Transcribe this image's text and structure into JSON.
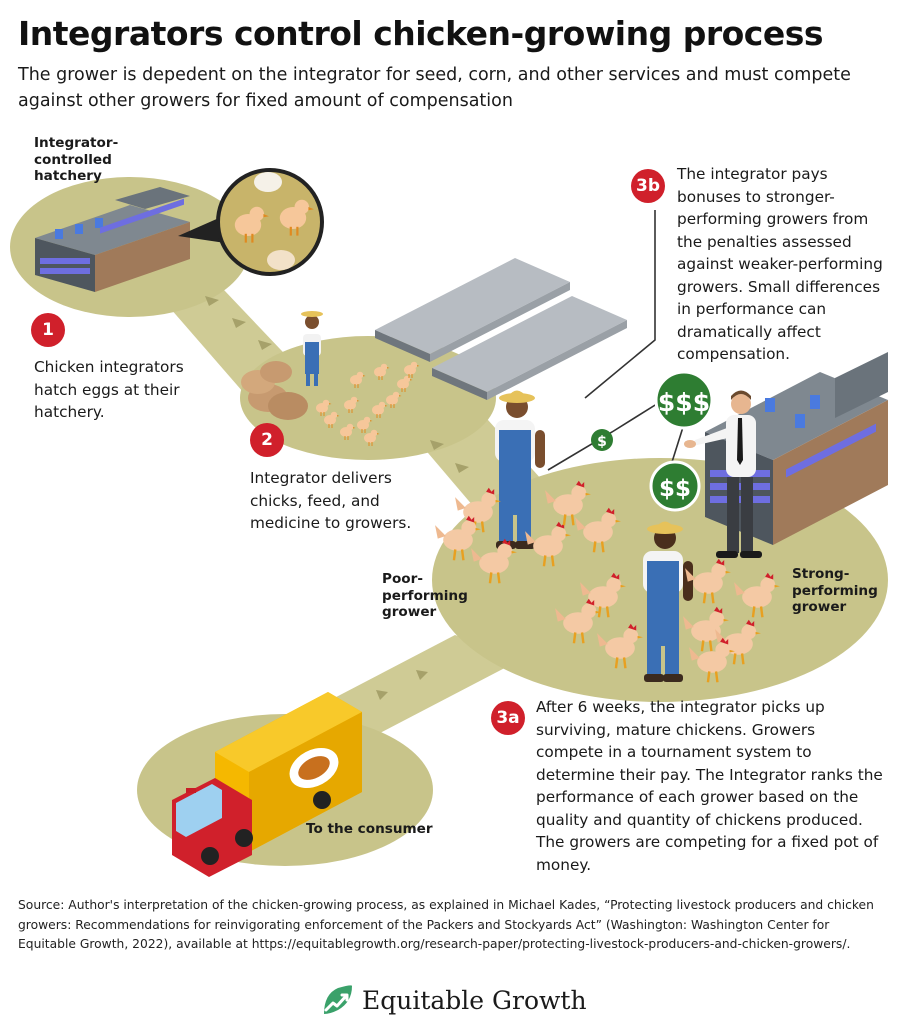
{
  "header": {
    "title": "Integrators control chicken-growing process",
    "subtitle": "The grower is depedent on the integrator for seed, corn, and other services and must compete against other growers for fixed amount of compensation"
  },
  "labels": {
    "hatchery": "Integrator-controlled hatchery",
    "poor_grower": "Poor-performing grower",
    "strong_grower": "Strong-performing grower",
    "consumer": "To the consumer"
  },
  "steps": [
    {
      "badge": "1",
      "text": "Chicken integrators hatch eggs at their hatchery."
    },
    {
      "badge": "2",
      "text": "Integrator delivers chicks, feed, and medicine to growers."
    },
    {
      "badge": "3b",
      "text": "The integrator pays bonuses to stronger-performing growers from the penalties assessed against weaker-performing growers. Small differences in performance can dramatically affect compensation."
    },
    {
      "badge": "3a",
      "text": "After 6 weeks, the integrator picks up surviving, mature chickens. Growers compete in a tournament system to determine their pay. The Integrator ranks the performance of each grower based on the quality and quantity of chickens produced. The growers are competing for a fixed pot of money."
    }
  ],
  "money": {
    "small": "$",
    "large": "$$$",
    "medium": "$$"
  },
  "source": "Source: Author's interpretation of the chicken-growing process, as explained in Michael Kades, “Protecting livestock producers and chicken growers: Recommendations for reinvigorating enforcement of the Packers and Stockyards Act” (Washington: Washington Center for Equitable Growth, 2022), available at https://equitablegrowth.org/research-paper/protecting-livestock-producers-and-chicken-growers/.",
  "brand": {
    "name": "Equitable Growth",
    "logo_icon": "growth-leaf-icon"
  },
  "colors": {
    "ground": "#c8c48a",
    "path": "#cfcb95",
    "badge_red": "#d0202b",
    "money_green": "#2e7d32",
    "truck_red": "#d0202b",
    "truck_yellow": "#f5b800",
    "building_gray": "#5d6670",
    "window_blue": "#6e6ee0",
    "overalls_blue": "#3a6fb5"
  }
}
